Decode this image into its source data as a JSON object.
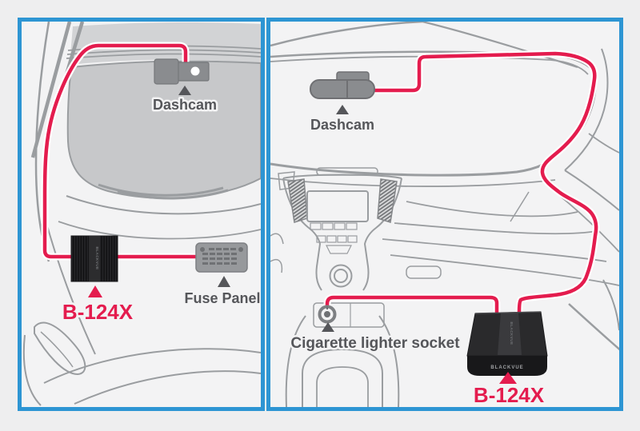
{
  "brand": "BLACKVUE",
  "panels": [
    {
      "name": "exterior-hardwiring-view",
      "labels": {
        "dashcam": "Dashcam",
        "battery": "B-124X",
        "fuse_panel": "Fuse Panel"
      }
    },
    {
      "name": "interior-cigarette-lighter-view",
      "labels": {
        "dashcam": "Dashcam",
        "socket": "Cigarette lighter socket",
        "battery": "B-124X"
      }
    }
  ],
  "colors": {
    "frame_blue": "#2d95d3",
    "cable_red": "#e41c4e",
    "label_gray": "#55565a",
    "line_gray": "#9a9da0",
    "windshield_gray": "#c7c8ca"
  }
}
